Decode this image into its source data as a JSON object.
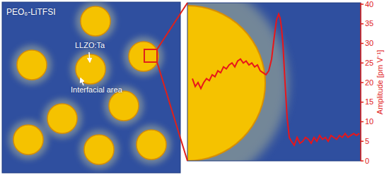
{
  "diagram": {
    "nodes": [
      {
        "text": [
          "PEO₆-LiTFSI"
        ]
      }
    ],
    "labels": [
      "LLZO:Ta",
      "Interfacial area",
      "0",
      "5",
      "10",
      "15",
      "20",
      "25",
      "30",
      "35",
      "40",
      "Amplitude [pm V⁻¹]"
    ]
  }
}
